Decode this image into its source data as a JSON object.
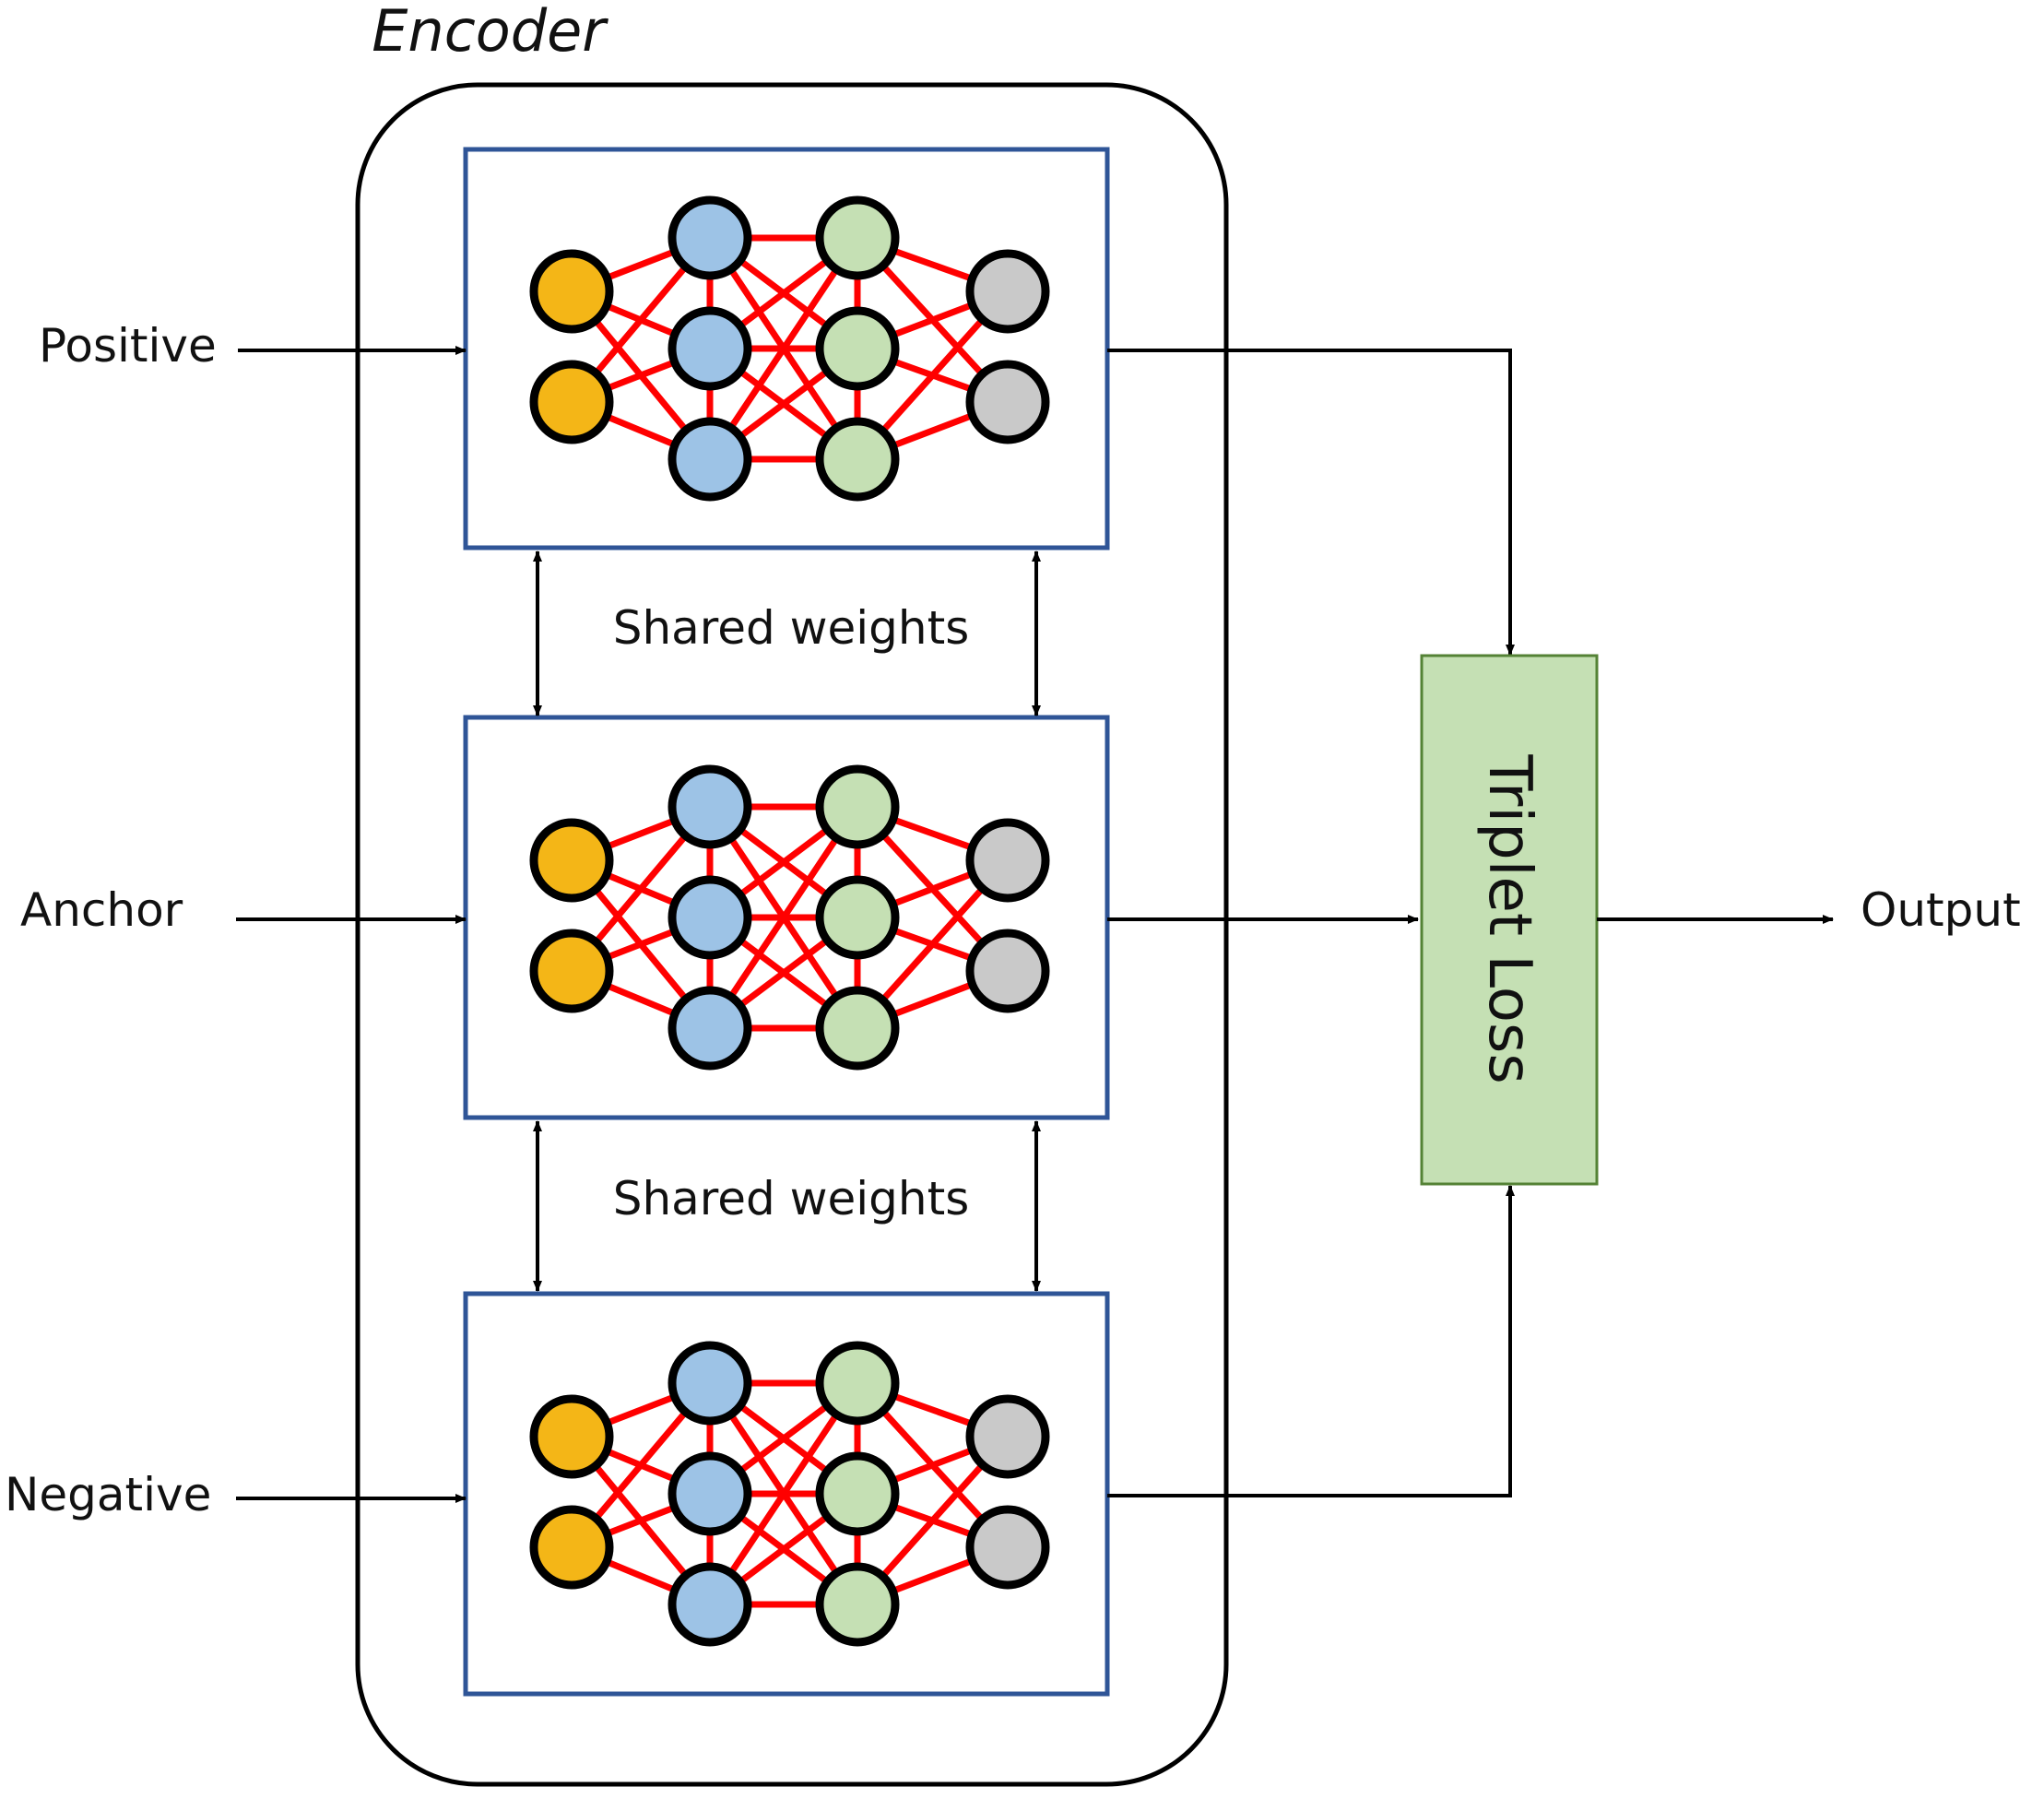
{
  "title": "Encoder",
  "inputs": {
    "positive": "Positive",
    "anchor": "Anchor",
    "negative": "Negative"
  },
  "shared_weights": {
    "top": "Shared weights",
    "bottom": "Shared weights"
  },
  "loss_label": "Triplet Loss",
  "output_label": "Output",
  "colors": {
    "input_node": "#F4B617",
    "hidden1_node": "#9DC3E6",
    "hidden2_node": "#C5E0B4",
    "output_node": "#C9C9C9",
    "edge": "#FF0000",
    "network_border": "#2F5597",
    "loss_fill": "#C5E0B4",
    "loss_border": "#548235"
  },
  "network_layers": [
    {
      "name": "input",
      "nodes": 2
    },
    {
      "name": "hidden1",
      "nodes": 3
    },
    {
      "name": "hidden2",
      "nodes": 3
    },
    {
      "name": "output",
      "nodes": 2
    }
  ]
}
